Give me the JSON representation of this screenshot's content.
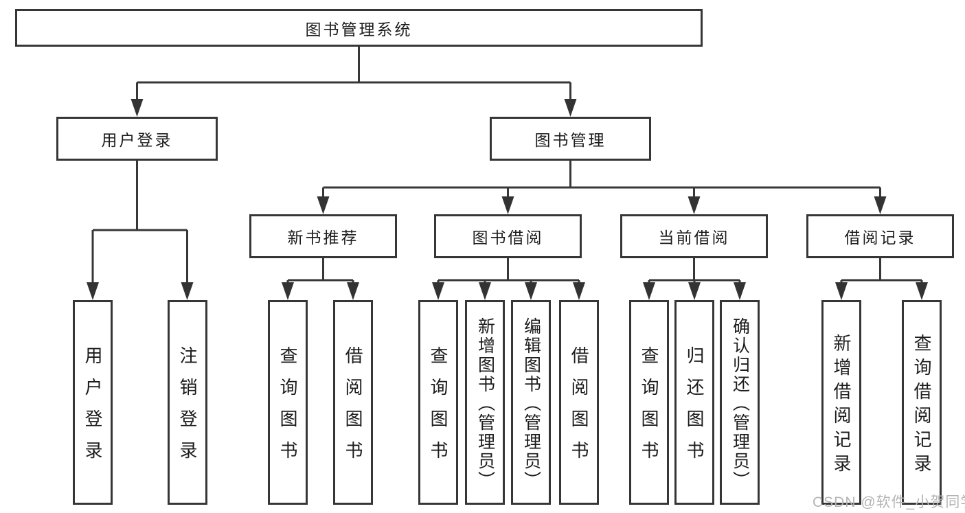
{
  "diagram": {
    "type": "hierarchy-tree",
    "line_color": "#373737",
    "box_border_color": "#363636",
    "text_color": "#1c1c1c",
    "watermark_color": "#b4b4b4",
    "tree": {
      "root": "图书管理系统",
      "branches": [
        {
          "label": "用户登录",
          "leaves": [
            "用户登录",
            "注销登录"
          ]
        },
        {
          "label": "图书管理",
          "groups": [
            {
              "label": "新书推荐",
              "leaves": [
                "查询图书",
                "借阅图书"
              ]
            },
            {
              "label": "图书借阅",
              "leaves": [
                "查询图书",
                "新增图书（管理员）",
                "编辑图书（管理员）",
                "借阅图书"
              ]
            },
            {
              "label": "当前借阅",
              "leaves": [
                "查询图书",
                "归还图书",
                "确认归还（管理员）"
              ]
            },
            {
              "label": "借阅记录",
              "leaves": [
                "新增借阅记录",
                "查询借阅记录"
              ]
            }
          ]
        }
      ]
    },
    "watermark": "CSDN @软件_小贺同学"
  }
}
